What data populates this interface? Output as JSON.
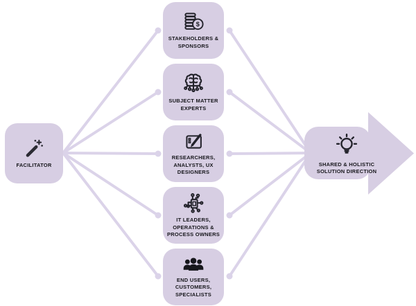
{
  "colors": {
    "background": "#ffffff",
    "node_fill": "#d7cee3",
    "connector": "#dbd3e9",
    "text": "#17171c",
    "icon": "#23232b"
  },
  "facilitator": {
    "icon": "magic-wand-icon",
    "label": "FACILITATOR"
  },
  "groups": [
    {
      "icon": "coins-dollar-icon",
      "lines": [
        "STAKEHOLDERS &",
        "SPONSORS"
      ]
    },
    {
      "icon": "ai-brain-icon",
      "lines": [
        "SUBJECT MATTER",
        "EXPERTS"
      ]
    },
    {
      "icon": "drawing-tablet-icon",
      "lines": [
        "RESEARCHERS,",
        "ANALYSTS, UX",
        "DESIGNERS"
      ]
    },
    {
      "icon": "circuit-chip-icon",
      "lines": [
        "IT LEADERS,",
        "OPERATIONS &",
        "PROCESS OWNERS"
      ]
    },
    {
      "icon": "people-group-icon",
      "lines": [
        "END USERS,",
        "CUSTOMERS,",
        "SPECIALISTS"
      ]
    }
  ],
  "outcome": {
    "icon": "lightbulb-icon",
    "lines": [
      "SHARED & HOLISTIC",
      "SOLUTION DIRECTION"
    ]
  }
}
